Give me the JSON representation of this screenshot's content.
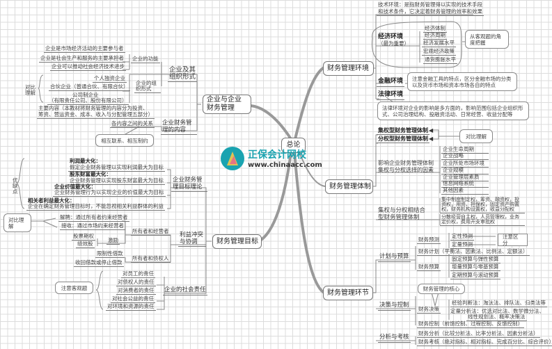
{
  "center": "总论",
  "logo": {
    "brand": "正保会计网校",
    "url": "www.chinaacc.com",
    "color": "#1aa3b0"
  },
  "enterprise": {
    "title": "企业与企业财务管理",
    "org_title": "企业及其组织形式",
    "functions_label": "企业的功能",
    "functions": [
      "企业是市场经济活动的主要参与者",
      "企业是社会生产和服务的主要承担者",
      "企业可以推动社会经济技术进步"
    ],
    "forms_label": "企业的组织形式",
    "forms": [
      "个人独资企业",
      "合伙企业（普通合伙、有限合伙）",
      "公司制企业",
      "（有限责任公司、股份有限公司）"
    ],
    "compare": "对比理解",
    "content_title": "企业财务管理的内容",
    "content_main": [
      "主要内容（本教材将财务管理的内容分为投资、",
      "筹资、营运资金、成本、收入与分配管理五部分）"
    ],
    "relation": "各内容之间的关系",
    "relation_note": "相互联系、相互制约"
  },
  "goal": {
    "title": "财务管理目标",
    "theory_title": "企业财务管理目标理论",
    "pros_cons": "优缺点",
    "theories": [
      {
        "name": "利润最大化：",
        "desc": "假定企业财务管理以实现利润最大为目标"
      },
      {
        "name": "股东财富最大化：",
        "desc": "企业财务管理以实现股东财富最大为目标"
      },
      {
        "name": "企业价值最大化：",
        "desc": "企业财务管理行为以实现企业的价值最大为目标"
      },
      {
        "name": "相关者利益最大化：",
        "desc": "企业在确定财务管理目标时，不能忽视相关利益群体的利益"
      }
    ],
    "conflict_title": "利益冲突与协调",
    "compare": "对比理解",
    "dismiss": "解聘：通过所有者约束经营者",
    "takeover": "接收：通过市场约束经营者",
    "owner_manager": "所有者和经营者",
    "incentive": "激励",
    "incentives": [
      "股票期权",
      "绩效股"
    ],
    "owner_creditor": "所有者和债权人",
    "creditor_measures": [
      "限制性借款",
      "收回借款或停止借款"
    ],
    "social_title": "企业的社会责任",
    "objective_note": "注意客观题",
    "responsibilities": [
      "对员工的责任",
      "对债权人的责任",
      "对消费者的责任",
      "对社会公益的责任",
      "对环境和资源的责任"
    ]
  },
  "environment": {
    "title": "财务管理环境",
    "tech": [
      "技术环境：是指财务管理得以实现的技术手段",
      "和技术条件，它决定着财务管理的效率和效果"
    ],
    "economic": "经济环境",
    "economic_note": "（最为重要）",
    "economic_items": [
      "经济体制",
      "经济周期",
      "经济发展水平",
      "宏观经济政策",
      "通货膨胀水平"
    ],
    "economic_tip": "从客观题的角度把握",
    "financial": "金融环境",
    "financial_tip": "注意金融工具的特点，区分金融市场的分类以及货币市场和资本市场各自的特点",
    "legal": "法律环境",
    "legal_tip": "法律环境对企业的影响是多方面的，影响范围包括企业组织形式、公司治理结构、投融资活动、日常经营、收益分配等"
  },
  "system": {
    "title": "财务管理体制",
    "centralized": "集权型财务管理体制",
    "decentralized": "分权型财务管理体制",
    "compare": "对比理解",
    "factors_title": "影响企业财务管理体制集权与分权选择的因素",
    "factors": [
      "企业生命周期",
      "企业战略",
      "企业所处市场环境",
      "企业规模",
      "企业管理层素质",
      "信息网络系统",
      "其他因素"
    ],
    "combined_title": "集权与分权相结合型财务管理体制",
    "combined_central": "集中制度制定权，筹资、融资权，投资权，用资、担保权，固定资产购置权，财务机构设置权，收益分配权",
    "combined_decentral": "分散经营自主权，人员管理权，业务定价权，费用开支审批权"
  },
  "process": {
    "title": "财务管理环节",
    "plan_title": "计划与预算",
    "forecast": "财务预测",
    "forecast_items": [
      "定性预测",
      "定量预测"
    ],
    "forecast_tip": "注意区分",
    "plan": "财务计划（平衡法、因素法、比例法、定额法）",
    "budget": "财务预算",
    "budget_items": [
      "固定预算与弹性预算",
      "增量预算与零基预算",
      "定期预算与滚动预算"
    ],
    "decision_title": "决策与控制",
    "core": "财务管理的核心",
    "decision": "财务决策",
    "decision_items": [
      "经验判断法：淘汰法、排队法、归类法等",
      "定量分析法：优选对比法、数学微分法、",
      "线性规划法、概率决策法"
    ],
    "control": "财务控制（前馈控制、过程控制、反馈控制）",
    "analysis_title": "分析与考核",
    "analysis": "财务分析（比较分析法、比率分析法、因素分析法）",
    "evaluation": "财务考核（绝对指标、相对指标、完成百分比、综合评价）"
  }
}
